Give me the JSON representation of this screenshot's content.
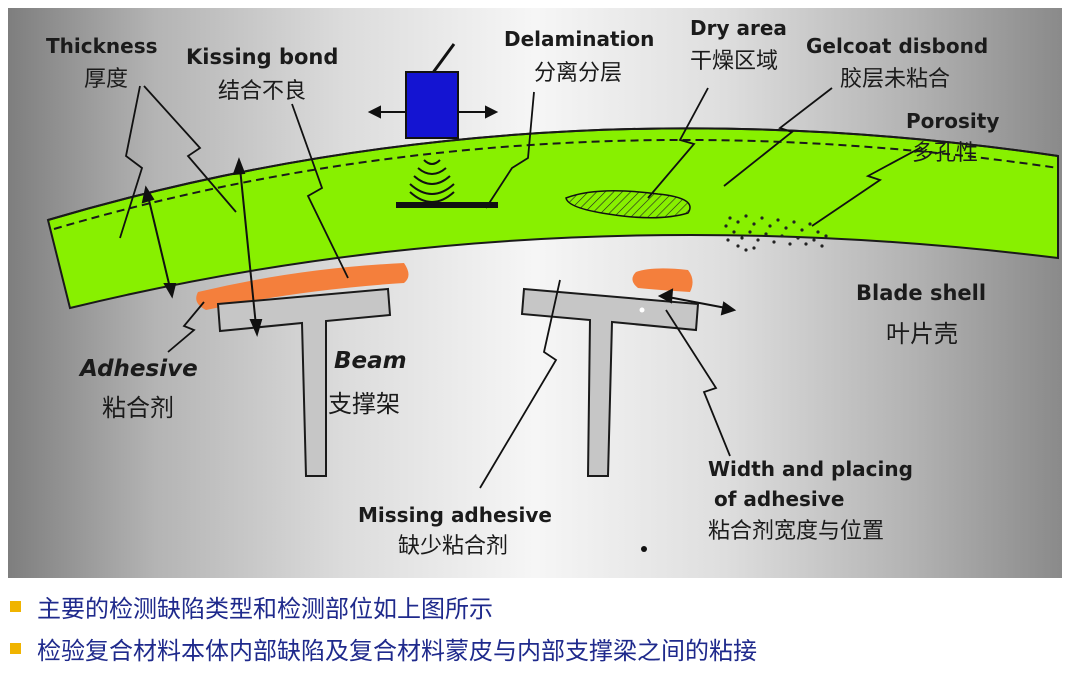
{
  "labels": {
    "thickness": {
      "en": "Thickness",
      "zh": "厚度"
    },
    "kissing_bond": {
      "en": "Kissing bond",
      "zh": "结合不良"
    },
    "delamination": {
      "en": "Delamination",
      "zh": "分离分层"
    },
    "dry_area": {
      "en": "Dry area",
      "zh": "干燥区域"
    },
    "gelcoat_disbond": {
      "en": "Gelcoat disbond",
      "zh": "胶层未粘合"
    },
    "porosity": {
      "en": "Porosity",
      "zh": "多孔性"
    },
    "blade_shell": {
      "en": "Blade shell",
      "zh": "叶片壳"
    },
    "adhesive": {
      "en": "Adhesive",
      "zh": "粘合剂"
    },
    "beam": {
      "en": "Beam",
      "zh": "支撑架"
    },
    "missing_adhesive": {
      "en": "Missing adhesive",
      "zh": "缺少粘合剂"
    },
    "width_placing": {
      "en_line1": "Width and placing",
      "en_line2": "of adhesive",
      "zh": "粘合剂宽度与位置"
    }
  },
  "bullets": [
    "主要的检测缺陷类型和检测部位如上图所示",
    "检验复合材料本体内部缺陷及复合材料蒙皮与内部支撑梁之间的粘接"
  ],
  "colors": {
    "shell": "#88f000",
    "adhesive": "#f47f3c",
    "beam": "#c6c6c6",
    "transducer": "#1414d2",
    "bullet_marker": "#f0b400",
    "bullet_text": "#1f2a8c"
  },
  "icons": [
    "ultrasonic-transducer-icon",
    "double-arrow-icon",
    "sound-wave-icon"
  ]
}
